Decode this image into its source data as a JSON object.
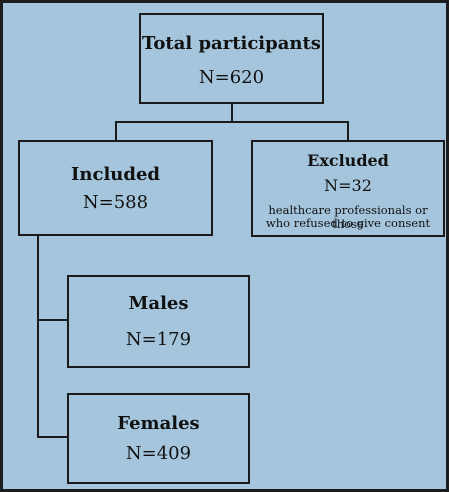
{
  "nodes": {
    "total": {
      "title": "Total participants",
      "count": "N=620"
    },
    "included": {
      "title": "Included",
      "count": "N=588"
    },
    "excluded": {
      "title": "Excluded",
      "count": "N=32",
      "note_line1": "healthcare professionals or those",
      "note_line2": "who refused to give consent"
    },
    "males": {
      "title": "Males",
      "count": "N=179"
    },
    "females": {
      "title": "Females",
      "count": "N=409"
    }
  },
  "colors": {
    "background": "#a4c5dc",
    "border": "#1a1a1a",
    "frame": "#1c1c1c"
  }
}
